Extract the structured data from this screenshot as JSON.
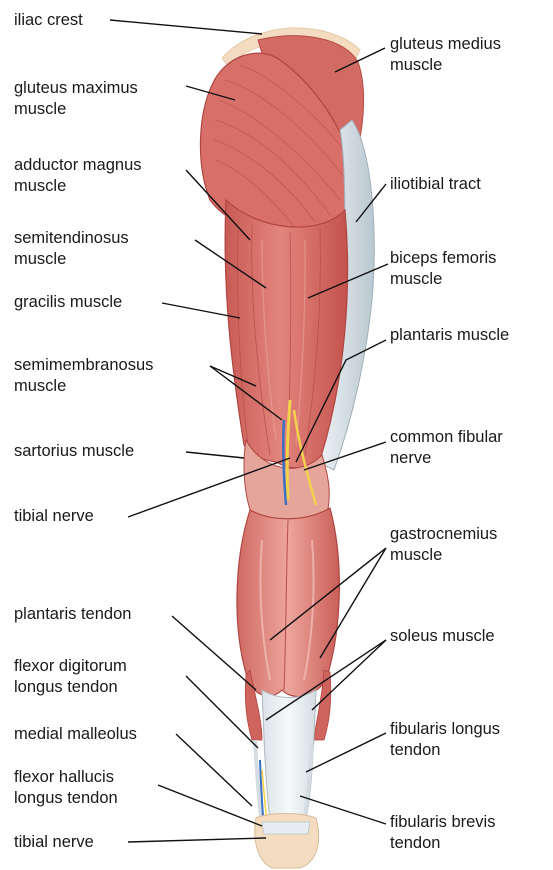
{
  "diagram": {
    "labels": {
      "iliac_crest": "iliac crest",
      "gluteus_medius": "gluteus medius\nmuscle",
      "gluteus_maximus": "gluteus maximus\nmuscle",
      "adductor_magnus": "adductor magnus\nmuscle",
      "iliotibial_tract": "iliotibial tract",
      "semitendinosus": "semitendinosus\nmuscle",
      "biceps_femoris": "biceps femoris\nmuscle",
      "gracilis": "gracilis muscle",
      "plantaris_muscle": "plantaris muscle",
      "semimembranosus": "semimembranosus\nmuscle",
      "sartorius": "sartorius muscle",
      "common_fibular_nerve": "common fibular\nnerve",
      "tibial_nerve_upper": "tibial nerve",
      "gastrocnemius": "gastrocnemius\nmuscle",
      "plantaris_tendon": "plantaris tendon",
      "soleus": "soleus muscle",
      "flexor_digitorum": "flexor digitorum\nlongus tendon",
      "medial_malleolus": "medial malleolus",
      "fibularis_longus": "fibularis longus\ntendon",
      "flexor_hallucis": "flexor hallucis\nlongus tendon",
      "fibularis_brevis": "fibularis brevis\ntendon",
      "tibial_nerve_lower": "tibial nerve"
    },
    "colors": {
      "muscle": "#d9706a",
      "muscle_dark": "#b84a45",
      "muscle_light": "#eba29a",
      "tendon": "#e8eef0",
      "iliotibial": "#d3dde2",
      "nerve_yellow": "#f2d24b",
      "nerve_blue": "#3a6fc4",
      "skin_edge": "#f3dcc0",
      "leader": "#111111"
    }
  }
}
